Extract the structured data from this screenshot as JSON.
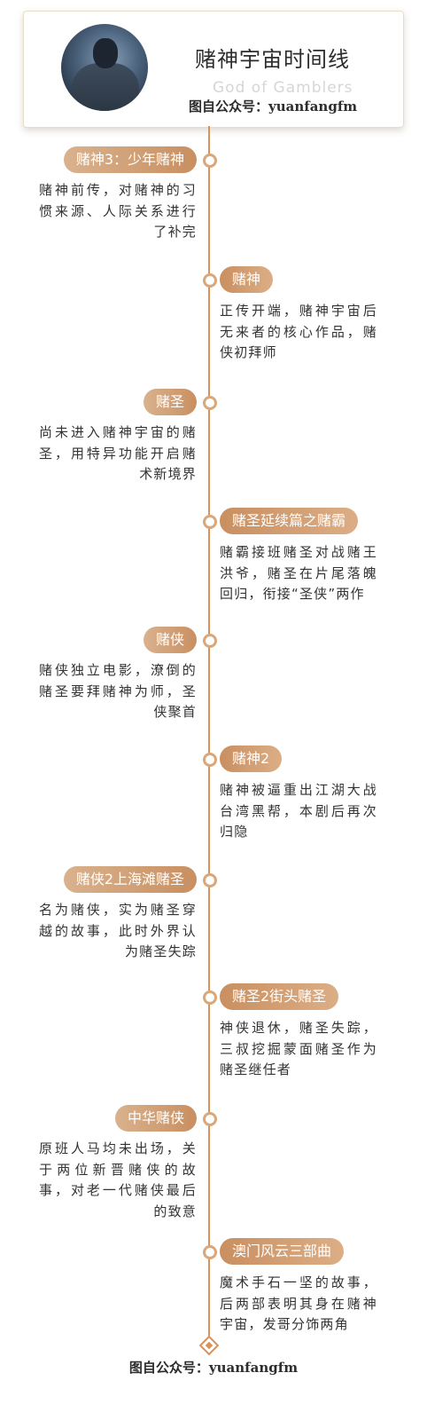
{
  "header": {
    "title": "赌神宇宙时间线",
    "subtitle": "God of Gamblers",
    "source": "图自公众号：yuanfangfm"
  },
  "events": [
    {
      "title": "赌神3：少年赌神",
      "desc": "赌神前传，对赌神的习惯来源、人际关系进行了补完"
    },
    {
      "title": "赌神",
      "desc": "正传开端，赌神宇宙后无来者的核心作品，赌侠初拜师"
    },
    {
      "title": "赌圣",
      "desc": "尚未进入赌神宇宙的赌圣，用特异功能开启赌术新境界"
    },
    {
      "title": "赌圣延续篇之赌霸",
      "desc": "赌霸接班赌圣对战赌王洪爷，赌圣在片尾落魄回归，衔接“圣侠”两作"
    },
    {
      "title": "赌侠",
      "desc": "赌侠独立电影，潦倒的赌圣要拜赌神为师，圣侠聚首"
    },
    {
      "title": "赌神2",
      "desc": "赌神被逼重出江湖大战台湾黑帮，本剧后再次归隐"
    },
    {
      "title": "赌侠2上海滩赌圣",
      "desc": "名为赌侠，实为赌圣穿越的故事，此时外界认为赌圣失踪"
    },
    {
      "title": "赌圣2街头赌圣",
      "desc": "神侠退休，赌圣失踪，三叔挖掘蒙面赌圣作为赌圣继任者"
    },
    {
      "title": "中华赌侠",
      "desc": "原班人马均未出场，关于两位新晋赌侠的故事，对老一代赌侠最后的致意"
    },
    {
      "title": "澳门风云三部曲",
      "desc": "魔术手石一坚的故事，后两部表明其身在赌神宇宙，发哥分饰两角"
    }
  ],
  "footer": "图自公众号：yuanfangfm",
  "colors": {
    "accent": "#d9925a",
    "pill": "#c98f60"
  }
}
